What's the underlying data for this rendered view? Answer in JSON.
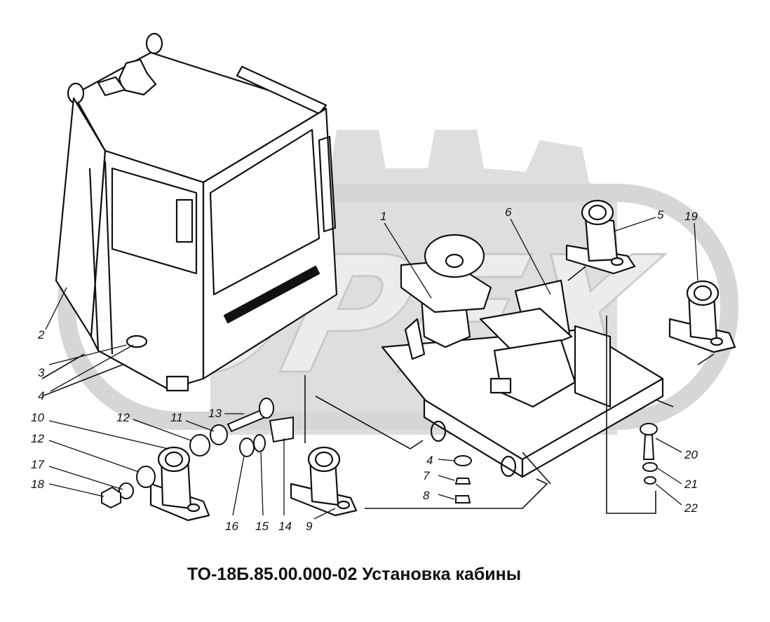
{
  "caption": "ТО-18Б.85.00.000-02 Установка кабины",
  "watermark": "OPEX",
  "colors": {
    "ink": "#111111",
    "watermark": "#d9d9d9",
    "paper": "#ffffff"
  },
  "callouts": [
    {
      "id": "1",
      "text": "1"
    },
    {
      "id": "2",
      "text": "2"
    },
    {
      "id": "3",
      "text": "3"
    },
    {
      "id": "4a",
      "text": "4"
    },
    {
      "id": "4b",
      "text": "4"
    },
    {
      "id": "5",
      "text": "5"
    },
    {
      "id": "6",
      "text": "6"
    },
    {
      "id": "7",
      "text": "7"
    },
    {
      "id": "8",
      "text": "8"
    },
    {
      "id": "9",
      "text": "9"
    },
    {
      "id": "10",
      "text": "10"
    },
    {
      "id": "11",
      "text": "11"
    },
    {
      "id": "12a",
      "text": "12"
    },
    {
      "id": "12b",
      "text": "12"
    },
    {
      "id": "13",
      "text": "13"
    },
    {
      "id": "14",
      "text": "14"
    },
    {
      "id": "15",
      "text": "15"
    },
    {
      "id": "16",
      "text": "16"
    },
    {
      "id": "17",
      "text": "17"
    },
    {
      "id": "18",
      "text": "18"
    },
    {
      "id": "19",
      "text": "19"
    },
    {
      "id": "20",
      "text": "20"
    },
    {
      "id": "21",
      "text": "21"
    },
    {
      "id": "22",
      "text": "22"
    }
  ]
}
